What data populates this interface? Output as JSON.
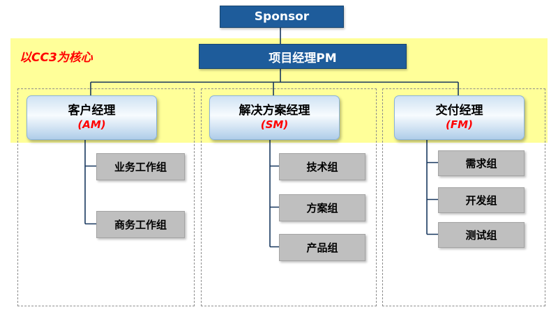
{
  "boxes": {
    "sponsor": "Sponsor",
    "pm": "项目经理PM"
  },
  "annotation": "以CC3为核心",
  "columns": [
    {
      "manager": {
        "title": "客户经理",
        "abbr": "(AM)"
      },
      "teams": [
        "业务工作组",
        "商务工作组"
      ]
    },
    {
      "manager": {
        "title": "解决方案经理",
        "abbr": "(SM)"
      },
      "teams": [
        "技术组",
        "方案组",
        "产品组"
      ]
    },
    {
      "manager": {
        "title": "交付经理",
        "abbr": "(FM)"
      },
      "teams": [
        "需求组",
        "开发组",
        "测试组"
      ]
    }
  ],
  "colors": {
    "header_blue": "#1E5C9B",
    "highlight_yellow": "#FFFF99",
    "accent_red": "#FF0000",
    "team_gray": "#BFBFBF",
    "connector_blue": "#17375E"
  }
}
